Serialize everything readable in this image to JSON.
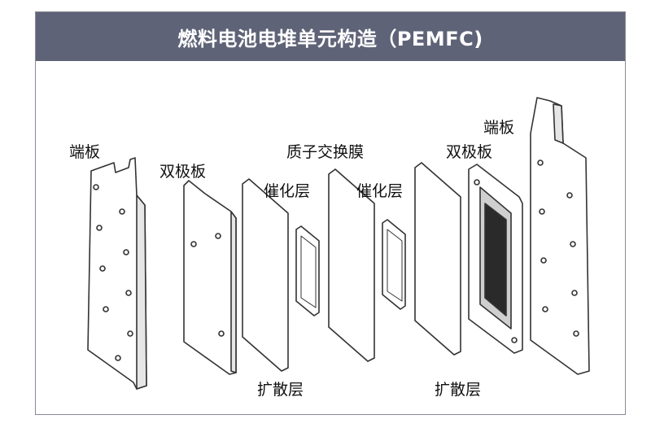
{
  "header": {
    "title": "燃料电池电堆单元构造（PEMFC)"
  },
  "labels": {
    "end_plate_left": "端板",
    "bipolar_left": "双极板",
    "membrane": "质子交换膜",
    "catalyst_left": "催化层",
    "catalyst_right": "催化层",
    "end_plate_right": "端板",
    "bipolar_right": "双极板",
    "diffusion_left": "扩散层",
    "diffusion_right": "扩散层"
  },
  "colors": {
    "header_bg": "#5f6377",
    "line": "#333333"
  }
}
